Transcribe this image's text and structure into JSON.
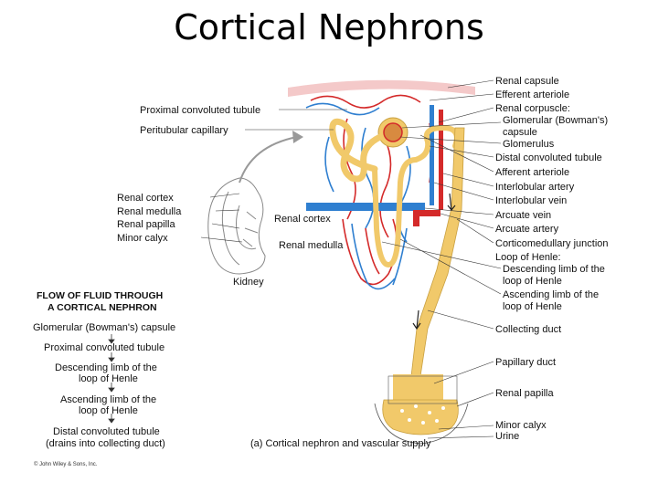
{
  "title": "Cortical Nephrons",
  "labels_right": [
    "Renal capsule",
    "Efferent arteriole",
    "Renal corpuscle:",
    "Glomerular (Bowman's)",
    "capsule",
    "Glomerulus",
    "Distal convoluted tubule",
    "Afferent arteriole",
    "Interlobular artery",
    "Interlobular vein",
    "Arcuate vein",
    "Arcuate artery",
    "Corticomedullary junction",
    "Loop of Henle:",
    "Descending limb of the",
    "loop of Henle",
    "Ascending limb of the",
    "loop of Henle",
    "Collecting duct",
    "Papillary duct",
    "Renal papilla",
    "Minor calyx",
    "Urine"
  ],
  "labels_left": {
    "pct": "Proximal convoluted tubule",
    "peritubular": "Peritubular capillary",
    "renal_cortex": "Renal cortex",
    "renal_medulla": "Renal medulla",
    "renal_papilla": "Renal papilla",
    "minor_calyx": "Minor calyx",
    "kidney": "Kidney"
  },
  "inner_labels": {
    "renal_cortex": "Renal cortex",
    "renal_medulla": "Renal medulla"
  },
  "flow": {
    "title_1": "FLOW OF FLUID THROUGH",
    "title_2": "A CORTICAL NEPHRON",
    "steps": [
      "Glomerular (Bowman's) capsule",
      "Proximal convoluted tubule",
      "Descending limb of the",
      "loop of Henle",
      "Ascending limb of the",
      "loop of Henle",
      "Distal convoluted tubule",
      "(drains into collecting duct)"
    ]
  },
  "caption": "(a) Cortical nephron and vascular supply",
  "copyright": "© John Wiley & Sons, Inc.",
  "colors": {
    "tubule": "#f1c96a",
    "artery": "#d42a2a",
    "vein": "#2f7fd0",
    "capsule_band": "#f4c9c9"
  }
}
